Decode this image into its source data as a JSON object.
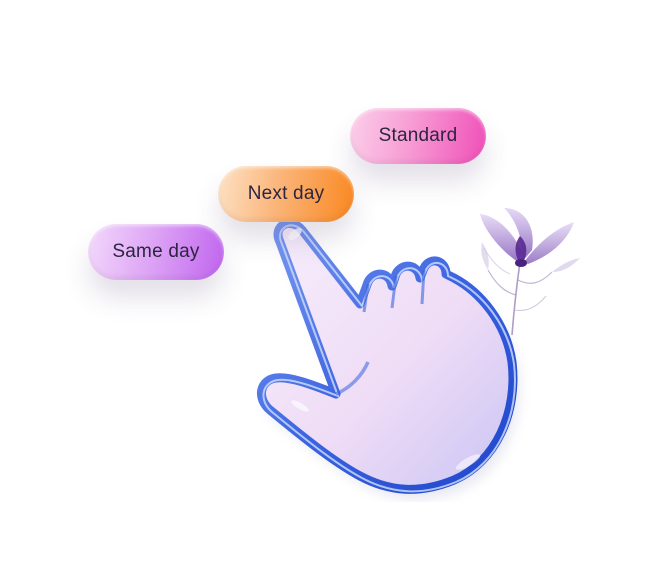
{
  "delivery_options": [
    {
      "label": "Standard"
    },
    {
      "label": "Next day"
    },
    {
      "label": "Same day"
    }
  ],
  "decorations": {
    "cursor_icon": "pointing-hand-icon",
    "flower_icon": "flower-icon"
  },
  "colors": {
    "standard": "#ef4fb8",
    "next_day": "#f9871f",
    "same_day": "#c065ee",
    "hand_outline": "#3b63e0"
  }
}
